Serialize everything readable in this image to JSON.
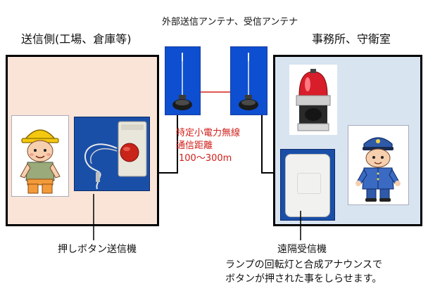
{
  "labels": {
    "antennas": "外部送信アンテナ、受信アンテナ",
    "left_area": "送信側(工場、倉庫等)",
    "right_area": "事務所、守衛室",
    "radio_line1": "特定小電力無線",
    "radio_line2": "通信距離",
    "radio_line3": "100～300m",
    "transmitter": "押しボタン送信機",
    "receiver": "遠隔受信機",
    "note_line1": "ランプの回転灯と合成アナウンスで",
    "note_line2": "ボタンが押された事をしらせます。"
  },
  "colors": {
    "left_panel": "#fae4d8",
    "right_panel": "#d9e4f1",
    "antenna_bg": "#0d4fd0",
    "radio_text": "#d0201a",
    "link_line": "#d0201a"
  },
  "icons": [
    "worker-figure-icon",
    "guard-figure-icon",
    "rotating-lamp-icon",
    "push-button-icon",
    "antenna-icon"
  ]
}
